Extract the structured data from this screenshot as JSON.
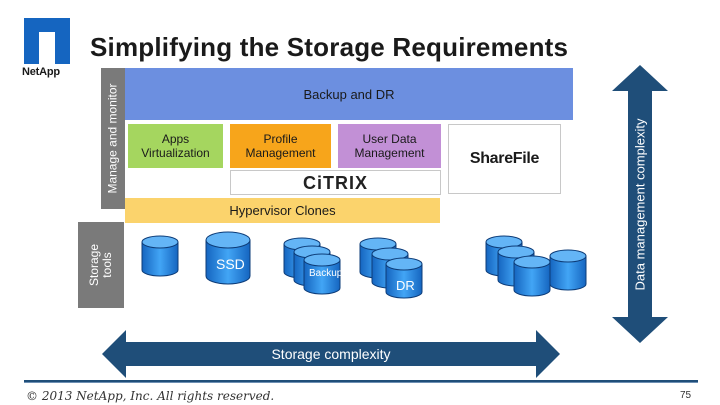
{
  "header": {
    "logo_text": "NetApp",
    "title": "Simplifying the Storage Requirements"
  },
  "labels": {
    "manage_and_monitor": "Manage and monitor",
    "storage_tools": "Storage tools",
    "data_management_complexity": "Data management complexity",
    "storage_complexity": "Storage complexity"
  },
  "layers": {
    "backup_dr": "Backup and DR",
    "apps_virtualization": "Apps Virtualization",
    "profile_management": "Profile Management",
    "user_data_management": "User Data Management",
    "citrix": "CiTRIX",
    "sharefile": "ShareFile",
    "hypervisor_clones": "Hypervisor Clones"
  },
  "storage": {
    "ssd": "SSD",
    "backup": "Backup",
    "dr": "DR"
  },
  "colors": {
    "backup_dr": "#6c8fe0",
    "apps": "#a5d65f",
    "profile": "#f7a51b",
    "userdata": "#c290d6",
    "hypervisor": "#fbd36c",
    "arrow": "#1f4e79",
    "cylinder": "#1e88e5",
    "label_bg": "#7a7a7a"
  },
  "footer": {
    "copyright": "© 2013 NetApp, Inc. All rights reserved.",
    "page": "75"
  }
}
